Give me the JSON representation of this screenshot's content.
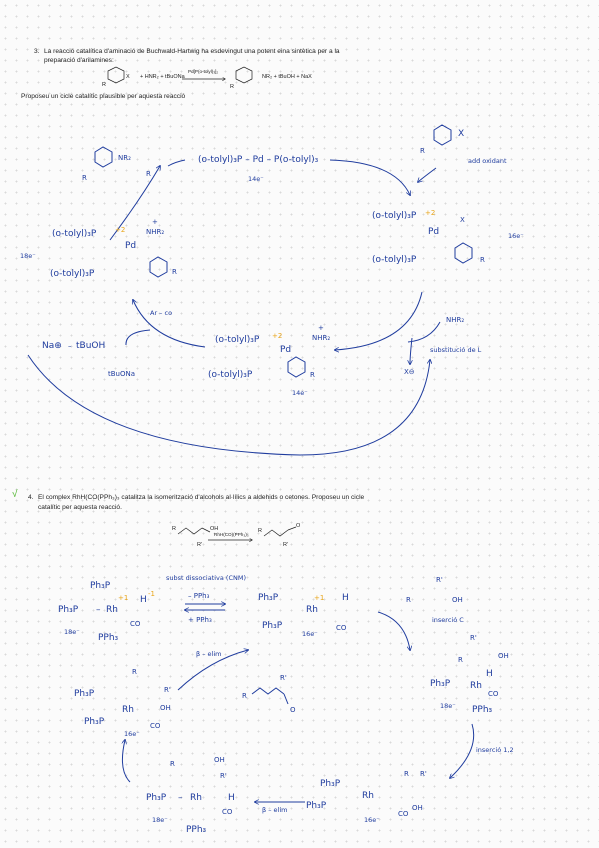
{
  "q3": {
    "number": "3.",
    "text1": "La reacció catalítica d'aminació de Buchwald-Hartwig ha esdevingut una potent eina sintètica per a la",
    "text2": "preparació d'arilamines:",
    "reagents": "+ HNR₂ + tBuONa",
    "catalyst": "Pd[P(o-tolyl)₃]₂",
    "products": "NR₂ + tBuOH + NaX",
    "prompt": "Proposeu un cicle catalític plausible per aquesta reacció"
  },
  "cycle1": {
    "pd0": "(o-tolyl)₃P – Pd – P(o-tolyl)₃",
    "pd0_e": "14e⁻",
    "arx": "X",
    "oxadd": "add oxidant",
    "oxadd_complex": "(o-tolyl)₃P",
    "oxadd_complex_b": "(o-tolyl)₃P",
    "oxadd_e": "16e⁻",
    "amine": "NHR₂",
    "subst": "substitució de L",
    "xminus": "X⊖",
    "amido_top": "(o-tolyl)₃P",
    "amido_bot": "(o-tolyl)₃P",
    "amido_e": "14e⁻",
    "amido_nhr2": "NHR₂",
    "arnh_top": "(o-tolyl)₃P",
    "arnh_bot": "(o-tolyl)₃P",
    "arnh_nhr2": "NHR₂",
    "e18": "18e⁻",
    "na": "Na⊕",
    "tbuoh": "tBuOH",
    "arco": "Ar – co",
    "tbuona": "tBuONa",
    "prod_nr2": "NR₂",
    "r": "R",
    "pd": "Pd",
    "ox": "+2",
    "plus": "+"
  },
  "q4": {
    "check": "√",
    "number": "4.",
    "text1": "El complex RhH(CO(PPh₃)₃ catalitza la isomerització d'alcohols al·lílics a aldehids o cetones. Proposeu un cicle",
    "text2": "catalític per aquesta reacció.",
    "catalyst": "RhH(CO)(PPh₃)₃"
  },
  "cycle2": {
    "ph3p": "Ph₃P",
    "pph3": "PPh₃",
    "rh": "Rh",
    "h": "H",
    "co": "CO",
    "e18": "18e⁻",
    "e16": "16e⁻",
    "minus_pph3": "– PPh₃",
    "plus_pph3": "+ PPh₃",
    "dissoc": "subst dissociativa (CNM)",
    "ins_c": "inserció C",
    "ins_12": "inserció 1,2",
    "belim": "β – elim",
    "belim2": "β – elim",
    "oh": "OH",
    "r": "R",
    "rp": "R'",
    "o": "O",
    "ox": "+1"
  }
}
